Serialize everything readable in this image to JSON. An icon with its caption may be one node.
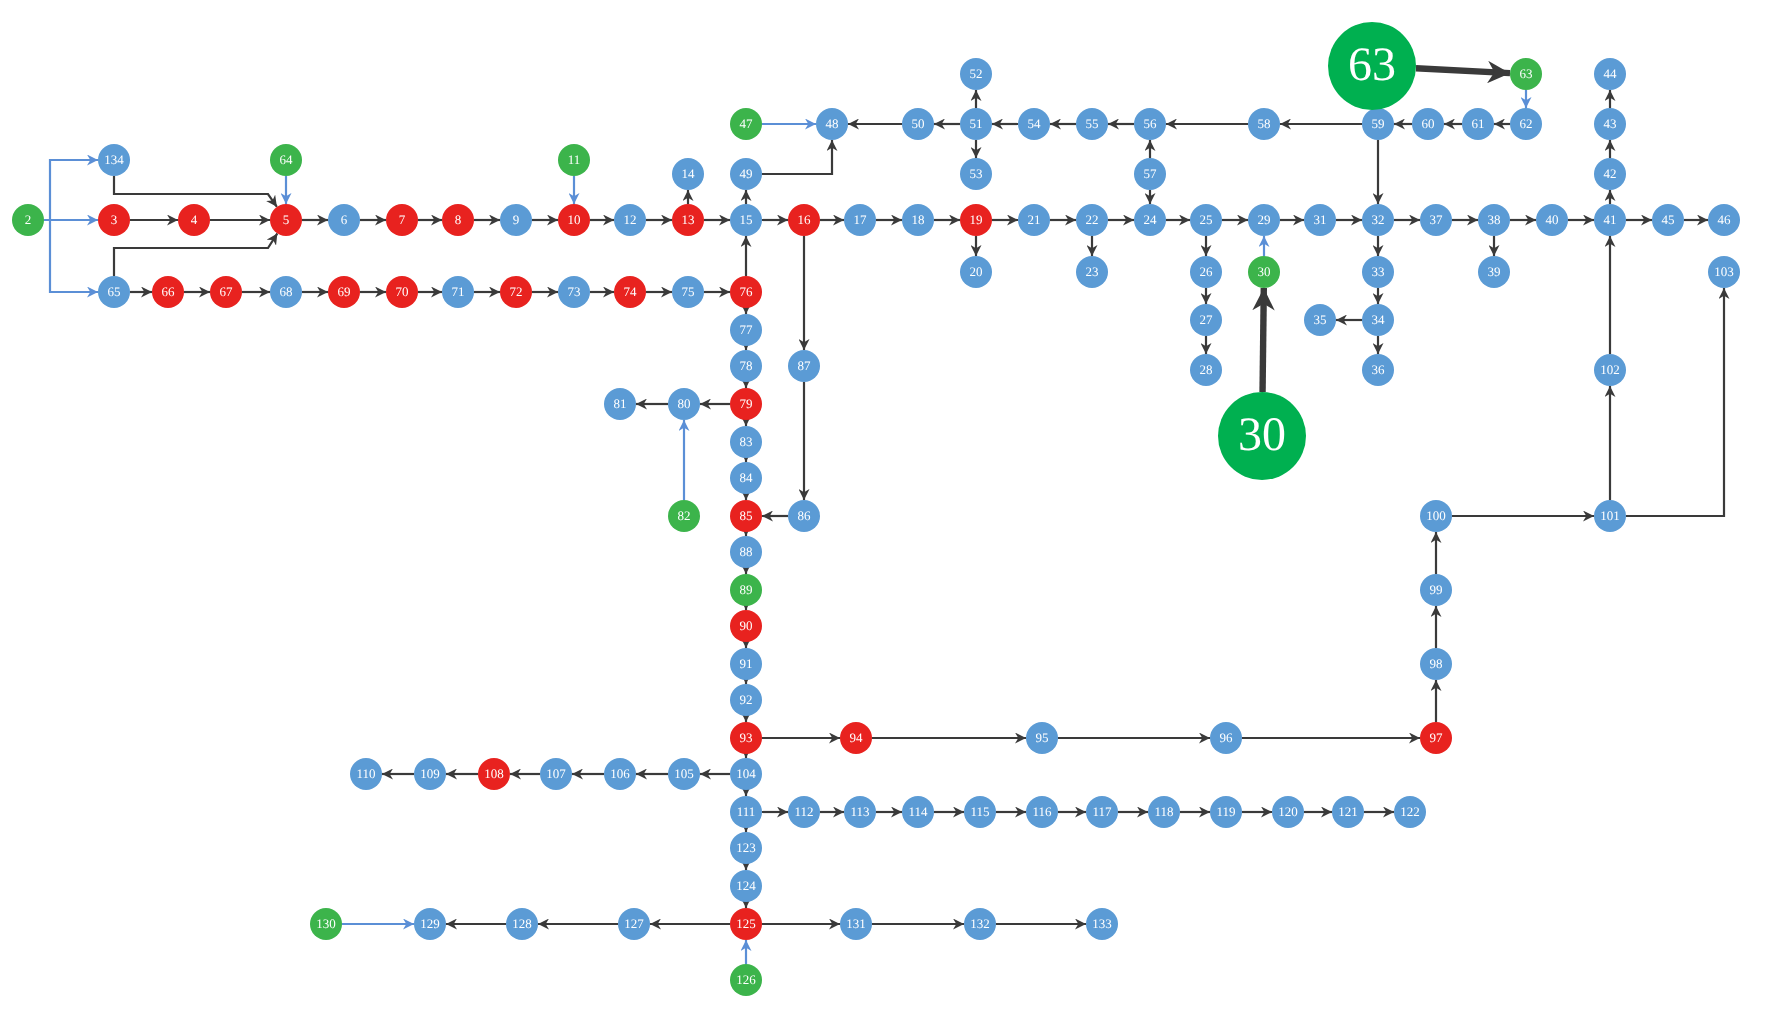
{
  "diagram": {
    "nodes": [
      {
        "text": [
          "2"
        ]
      },
      {
        "text": [
          "3"
        ]
      },
      {
        "text": [
          "4"
        ]
      },
      {
        "text": [
          "5"
        ]
      },
      {
        "text": [
          "6"
        ]
      },
      {
        "text": [
          "7"
        ]
      },
      {
        "text": [
          "8"
        ]
      },
      {
        "text": [
          "9"
        ]
      },
      {
        "text": [
          "10"
        ]
      },
      {
        "text": [
          "11"
        ]
      },
      {
        "text": [
          "12"
        ]
      },
      {
        "text": [
          "13"
        ]
      },
      {
        "text": [
          "14"
        ]
      },
      {
        "text": [
          "15"
        ]
      },
      {
        "text": [
          "16"
        ]
      },
      {
        "text": [
          "17"
        ]
      },
      {
        "text": [
          "18"
        ]
      },
      {
        "text": [
          "19"
        ]
      },
      {
        "text": [
          "20"
        ]
      },
      {
        "text": [
          "21"
        ]
      },
      {
        "text": [
          "22"
        ]
      },
      {
        "text": [
          "23"
        ]
      },
      {
        "text": [
          "24"
        ]
      },
      {
        "text": [
          "25"
        ]
      },
      {
        "text": [
          "26"
        ]
      },
      {
        "text": [
          "27"
        ]
      },
      {
        "text": [
          "28"
        ]
      },
      {
        "text": [
          "29"
        ]
      },
      {
        "text": [
          "30"
        ]
      },
      {
        "text": [
          "31"
        ]
      },
      {
        "text": [
          "32"
        ]
      },
      {
        "text": [
          "33"
        ]
      },
      {
        "text": [
          "34"
        ]
      },
      {
        "text": [
          "35"
        ]
      },
      {
        "text": [
          "36"
        ]
      },
      {
        "text": [
          "37"
        ]
      },
      {
        "text": [
          "38"
        ]
      },
      {
        "text": [
          "39"
        ]
      },
      {
        "text": [
          "40"
        ]
      },
      {
        "text": [
          "41"
        ]
      },
      {
        "text": [
          "42"
        ]
      },
      {
        "text": [
          "43"
        ]
      },
      {
        "text": [
          "44"
        ]
      },
      {
        "text": [
          "45"
        ]
      },
      {
        "text": [
          "46"
        ]
      },
      {
        "text": [
          "47"
        ]
      },
      {
        "text": [
          "48"
        ]
      },
      {
        "text": [
          "49"
        ]
      },
      {
        "text": [
          "50"
        ]
      },
      {
        "text": [
          "51"
        ]
      },
      {
        "text": [
          "52"
        ]
      },
      {
        "text": [
          "53"
        ]
      },
      {
        "text": [
          "54"
        ]
      },
      {
        "text": [
          "55"
        ]
      },
      {
        "text": [
          "56"
        ]
      },
      {
        "text": [
          "57"
        ]
      },
      {
        "text": [
          "58"
        ]
      },
      {
        "text": [
          "59"
        ]
      },
      {
        "text": [
          "60"
        ]
      },
      {
        "text": [
          "61"
        ]
      },
      {
        "text": [
          "62"
        ]
      },
      {
        "text": [
          "63"
        ]
      },
      {
        "text": [
          "64"
        ]
      },
      {
        "text": [
          "65"
        ]
      },
      {
        "text": [
          "66"
        ]
      },
      {
        "text": [
          "67"
        ]
      },
      {
        "text": [
          "68"
        ]
      },
      {
        "text": [
          "69"
        ]
      },
      {
        "text": [
          "70"
        ]
      },
      {
        "text": [
          "71"
        ]
      },
      {
        "text": [
          "72"
        ]
      },
      {
        "text": [
          "73"
        ]
      },
      {
        "text": [
          "74"
        ]
      },
      {
        "text": [
          "75"
        ]
      },
      {
        "text": [
          "76"
        ]
      },
      {
        "text": [
          "77"
        ]
      },
      {
        "text": [
          "78"
        ]
      },
      {
        "text": [
          "79"
        ]
      },
      {
        "text": [
          "80"
        ]
      },
      {
        "text": [
          "81"
        ]
      },
      {
        "text": [
          "82"
        ]
      },
      {
        "text": [
          "83"
        ]
      },
      {
        "text": [
          "84"
        ]
      },
      {
        "text": [
          "85"
        ]
      },
      {
        "text": [
          "86"
        ]
      },
      {
        "text": [
          "87"
        ]
      },
      {
        "text": [
          "88"
        ]
      },
      {
        "text": [
          "89"
        ]
      },
      {
        "text": [
          "90"
        ]
      },
      {
        "text": [
          "91"
        ]
      },
      {
        "text": [
          "92"
        ]
      },
      {
        "text": [
          "93"
        ]
      },
      {
        "text": [
          "94"
        ]
      },
      {
        "text": [
          "95"
        ]
      },
      {
        "text": [
          "96"
        ]
      },
      {
        "text": [
          "97"
        ]
      },
      {
        "text": [
          "98"
        ]
      },
      {
        "text": [
          "99"
        ]
      },
      {
        "text": [
          "100"
        ]
      },
      {
        "text": [
          "101"
        ]
      },
      {
        "text": [
          "102"
        ]
      },
      {
        "text": [
          "103"
        ]
      },
      {
        "text": [
          "104"
        ]
      },
      {
        "text": [
          "105"
        ]
      },
      {
        "text": [
          "106"
        ]
      },
      {
        "text": [
          "107"
        ]
      },
      {
        "text": [
          "108"
        ]
      },
      {
        "text": [
          "109"
        ]
      },
      {
        "text": [
          "110"
        ]
      },
      {
        "text": [
          "111"
        ]
      },
      {
        "text": [
          "112"
        ]
      },
      {
        "text": [
          "113"
        ]
      },
      {
        "text": [
          "114"
        ]
      },
      {
        "text": [
          "115"
        ]
      },
      {
        "text": [
          "116"
        ]
      },
      {
        "text": [
          "117"
        ]
      },
      {
        "text": [
          "118"
        ]
      },
      {
        "text": [
          "119"
        ]
      },
      {
        "text": [
          "120"
        ]
      },
      {
        "text": [
          "121"
        ]
      },
      {
        "text": [
          "122"
        ]
      },
      {
        "text": [
          "123"
        ]
      },
      {
        "text": [
          "124"
        ]
      },
      {
        "text": [
          "125"
        ]
      },
      {
        "text": [
          "126"
        ]
      },
      {
        "text": [
          "127"
        ]
      },
      {
        "text": [
          "128"
        ]
      },
      {
        "text": [
          "129"
        ]
      },
      {
        "text": [
          "130"
        ]
      },
      {
        "text": [
          "131"
        ]
      },
      {
        "text": [
          "132"
        ]
      },
      {
        "text": [
          "133"
        ]
      },
      {
        "text": [
          "134"
        ]
      },
      {
        "text": [
          "63"
        ]
      },
      {
        "text": [
          "30"
        ]
      }
    ],
    "edges": [
      {
        "from": 0,
        "to": 132,
        "arrow": "to",
        "color": "#5b8fd6"
      },
      {
        "from": 0,
        "to": 1,
        "arrow": "to",
        "color": "#5b8fd6"
      },
      {
        "from": 0,
        "to": 63,
        "arrow": "to",
        "color": "#5b8fd6"
      },
      {
        "from": 62,
        "to": 3,
        "arrow": "to",
        "color": "#5b8fd6"
      },
      {
        "from": 9,
        "to": 8,
        "arrow": "to",
        "color": "#5b8fd6"
      },
      {
        "from": 45,
        "to": 46,
        "arrow": "to",
        "color": "#5b8fd6"
      },
      {
        "from": 28,
        "to": 27,
        "arrow": "to",
        "color": "#5b8fd6"
      },
      {
        "from": 61,
        "to": 60,
        "arrow": "to",
        "color": "#5b8fd6"
      },
      {
        "from": 80,
        "to": 78,
        "arrow": "to",
        "color": "#5b8fd6"
      },
      {
        "from": 124,
        "to": 123,
        "arrow": "to",
        "color": "#5b8fd6"
      },
      {
        "from": 128,
        "to": 127,
        "arrow": "to",
        "color": "#5b8fd6"
      },
      {
        "from": 1,
        "to": 2,
        "arrow": "to"
      },
      {
        "from": 2,
        "to": 3,
        "arrow": "to"
      },
      {
        "from": 132,
        "to": 3,
        "arrow": "to"
      },
      {
        "from": 63,
        "to": 3,
        "arrow": "to"
      },
      {
        "from": 3,
        "to": 4,
        "arrow": "to"
      },
      {
        "from": 4,
        "to": 5,
        "arrow": "to"
      },
      {
        "from": 5,
        "to": 6,
        "arrow": "to"
      },
      {
        "from": 6,
        "to": 7,
        "arrow": "to"
      },
      {
        "from": 7,
        "to": 8,
        "arrow": "to"
      },
      {
        "from": 8,
        "to": 10,
        "arrow": "to"
      },
      {
        "from": 10,
        "to": 11,
        "arrow": "to"
      },
      {
        "from": 11,
        "to": 12,
        "arrow": "to"
      },
      {
        "from": 11,
        "to": 13,
        "arrow": "to"
      },
      {
        "from": 13,
        "to": 14,
        "arrow": "to"
      },
      {
        "from": 14,
        "to": 15,
        "arrow": "to"
      },
      {
        "from": 15,
        "to": 16,
        "arrow": "to"
      },
      {
        "from": 16,
        "to": 17,
        "arrow": "to"
      },
      {
        "from": 17,
        "to": 18,
        "arrow": "to"
      },
      {
        "from": 17,
        "to": 19,
        "arrow": "to"
      },
      {
        "from": 19,
        "to": 20,
        "arrow": "to"
      },
      {
        "from": 20,
        "to": 21,
        "arrow": "to"
      },
      {
        "from": 20,
        "to": 22,
        "arrow": "to"
      },
      {
        "from": 22,
        "to": 23,
        "arrow": "to"
      },
      {
        "from": 23,
        "to": 24,
        "arrow": "to"
      },
      {
        "from": 24,
        "to": 25,
        "arrow": "to"
      },
      {
        "from": 25,
        "to": 26,
        "arrow": "to"
      },
      {
        "from": 23,
        "to": 27,
        "arrow": "to"
      },
      {
        "from": 27,
        "to": 29,
        "arrow": "to"
      },
      {
        "from": 29,
        "to": 30,
        "arrow": "to"
      },
      {
        "from": 30,
        "to": 31,
        "arrow": "to"
      },
      {
        "from": 31,
        "to": 32,
        "arrow": "to"
      },
      {
        "from": 32,
        "to": 33,
        "arrow": "to"
      },
      {
        "from": 32,
        "to": 34,
        "arrow": "to"
      },
      {
        "from": 30,
        "to": 35,
        "arrow": "to"
      },
      {
        "from": 35,
        "to": 36,
        "arrow": "to"
      },
      {
        "from": 36,
        "to": 37,
        "arrow": "to"
      },
      {
        "from": 36,
        "to": 38,
        "arrow": "to"
      },
      {
        "from": 38,
        "to": 39,
        "arrow": "to"
      },
      {
        "from": 39,
        "to": 40,
        "arrow": "to"
      },
      {
        "from": 40,
        "to": 41,
        "arrow": "to"
      },
      {
        "from": 41,
        "to": 42,
        "arrow": "to"
      },
      {
        "from": 39,
        "to": 43,
        "arrow": "to"
      },
      {
        "from": 43,
        "to": 44,
        "arrow": "to"
      },
      {
        "from": 13,
        "to": 47,
        "arrow": "to"
      },
      {
        "from": 47,
        "to": 46,
        "arrow": "to"
      },
      {
        "from": 48,
        "to": 46,
        "arrow": "to"
      },
      {
        "from": 49,
        "to": 48,
        "arrow": "to"
      },
      {
        "from": 49,
        "to": 50,
        "arrow": "to"
      },
      {
        "from": 49,
        "to": 51,
        "arrow": "to"
      },
      {
        "from": 52,
        "to": 49,
        "arrow": "to"
      },
      {
        "from": 53,
        "to": 52,
        "arrow": "to"
      },
      {
        "from": 54,
        "to": 53,
        "arrow": "to"
      },
      {
        "from": 55,
        "to": 54,
        "arrow": "to"
      },
      {
        "from": 55,
        "to": 22,
        "arrow": "to"
      },
      {
        "from": 56,
        "to": 54,
        "arrow": "to"
      },
      {
        "from": 57,
        "to": 56,
        "arrow": "to"
      },
      {
        "from": 57,
        "to": 30,
        "arrow": "to"
      },
      {
        "from": 58,
        "to": 57,
        "arrow": "to"
      },
      {
        "from": 59,
        "to": 58,
        "arrow": "to"
      },
      {
        "from": 60,
        "to": 59,
        "arrow": "to"
      },
      {
        "from": 63,
        "to": 64,
        "arrow": "to"
      },
      {
        "from": 64,
        "to": 65,
        "arrow": "to"
      },
      {
        "from": 65,
        "to": 66,
        "arrow": "to"
      },
      {
        "from": 66,
        "to": 67,
        "arrow": "to"
      },
      {
        "from": 67,
        "to": 68,
        "arrow": "to"
      },
      {
        "from": 68,
        "to": 69,
        "arrow": "to"
      },
      {
        "from": 69,
        "to": 70,
        "arrow": "to"
      },
      {
        "from": 70,
        "to": 71,
        "arrow": "to"
      },
      {
        "from": 71,
        "to": 72,
        "arrow": "to"
      },
      {
        "from": 72,
        "to": 73,
        "arrow": "to"
      },
      {
        "from": 73,
        "to": 74,
        "arrow": "to"
      },
      {
        "from": 74,
        "to": 13,
        "arrow": "to"
      },
      {
        "from": 74,
        "to": 75,
        "arrow": "to"
      },
      {
        "from": 75,
        "to": 76,
        "arrow": "to"
      },
      {
        "from": 76,
        "to": 77,
        "arrow": "to"
      },
      {
        "from": 77,
        "to": 78,
        "arrow": "to"
      },
      {
        "from": 78,
        "to": 79,
        "arrow": "to"
      },
      {
        "from": 77,
        "to": 81,
        "arrow": "to"
      },
      {
        "from": 81,
        "to": 82,
        "arrow": "to"
      },
      {
        "from": 82,
        "to": 83,
        "arrow": "to"
      },
      {
        "from": 14,
        "to": 85,
        "arrow": "to"
      },
      {
        "from": 85,
        "to": 84,
        "arrow": "to"
      },
      {
        "from": 84,
        "to": 83,
        "arrow": "to"
      },
      {
        "from": 83,
        "to": 86,
        "arrow": "to"
      },
      {
        "from": 86,
        "to": 87,
        "arrow": "to"
      },
      {
        "from": 87,
        "to": 88,
        "arrow": "to"
      },
      {
        "from": 88,
        "to": 89,
        "arrow": "to"
      },
      {
        "from": 89,
        "to": 90,
        "arrow": "to"
      },
      {
        "from": 90,
        "to": 91,
        "arrow": "to"
      },
      {
        "from": 91,
        "to": 92,
        "arrow": "to"
      },
      {
        "from": 92,
        "to": 93,
        "arrow": "to"
      },
      {
        "from": 93,
        "to": 94,
        "arrow": "to"
      },
      {
        "from": 94,
        "to": 95,
        "arrow": "to"
      },
      {
        "from": 95,
        "to": 96,
        "arrow": "to"
      },
      {
        "from": 96,
        "to": 97,
        "arrow": "to"
      },
      {
        "from": 97,
        "to": 98,
        "arrow": "to"
      },
      {
        "from": 98,
        "to": 99,
        "arrow": "to"
      },
      {
        "from": 99,
        "to": 100,
        "arrow": "to"
      },
      {
        "from": 100,
        "to": 39,
        "arrow": "to"
      },
      {
        "from": 99,
        "to": 101,
        "arrow": "to"
      },
      {
        "from": 91,
        "to": 102,
        "arrow": "to"
      },
      {
        "from": 102,
        "to": 103,
        "arrow": "to"
      },
      {
        "from": 103,
        "to": 104,
        "arrow": "to"
      },
      {
        "from": 104,
        "to": 105,
        "arrow": "to"
      },
      {
        "from": 105,
        "to": 106,
        "arrow": "to"
      },
      {
        "from": 106,
        "to": 107,
        "arrow": "to"
      },
      {
        "from": 107,
        "to": 108,
        "arrow": "to"
      },
      {
        "from": 102,
        "to": 109,
        "arrow": "to"
      },
      {
        "from": 109,
        "to": 110,
        "arrow": "to"
      },
      {
        "from": 110,
        "to": 111,
        "arrow": "to"
      },
      {
        "from": 111,
        "to": 112,
        "arrow": "to"
      },
      {
        "from": 112,
        "to": 113,
        "arrow": "to"
      },
      {
        "from": 113,
        "to": 114,
        "arrow": "to"
      },
      {
        "from": 114,
        "to": 115,
        "arrow": "to"
      },
      {
        "from": 115,
        "to": 116,
        "arrow": "to"
      },
      {
        "from": 116,
        "to": 117,
        "arrow": "to"
      },
      {
        "from": 117,
        "to": 118,
        "arrow": "to"
      },
      {
        "from": 118,
        "to": 119,
        "arrow": "to"
      },
      {
        "from": 119,
        "to": 120,
        "arrow": "to"
      },
      {
        "from": 109,
        "to": 121,
        "arrow": "to"
      },
      {
        "from": 121,
        "to": 122,
        "arrow": "to"
      },
      {
        "from": 122,
        "to": 123,
        "arrow": "to"
      },
      {
        "from": 123,
        "to": 125,
        "arrow": "to"
      },
      {
        "from": 125,
        "to": 126,
        "arrow": "to"
      },
      {
        "from": 126,
        "to": 127,
        "arrow": "to"
      },
      {
        "from": 123,
        "to": 129,
        "arrow": "to"
      },
      {
        "from": 129,
        "to": 130,
        "arrow": "to"
      },
      {
        "from": 130,
        "to": 131,
        "arrow": "to"
      },
      {
        "from": 133,
        "to": 61,
        "arrow": "to",
        "style": "thick"
      },
      {
        "from": 134,
        "to": 28,
        "arrow": "to",
        "style": "thick"
      }
    ]
  }
}
